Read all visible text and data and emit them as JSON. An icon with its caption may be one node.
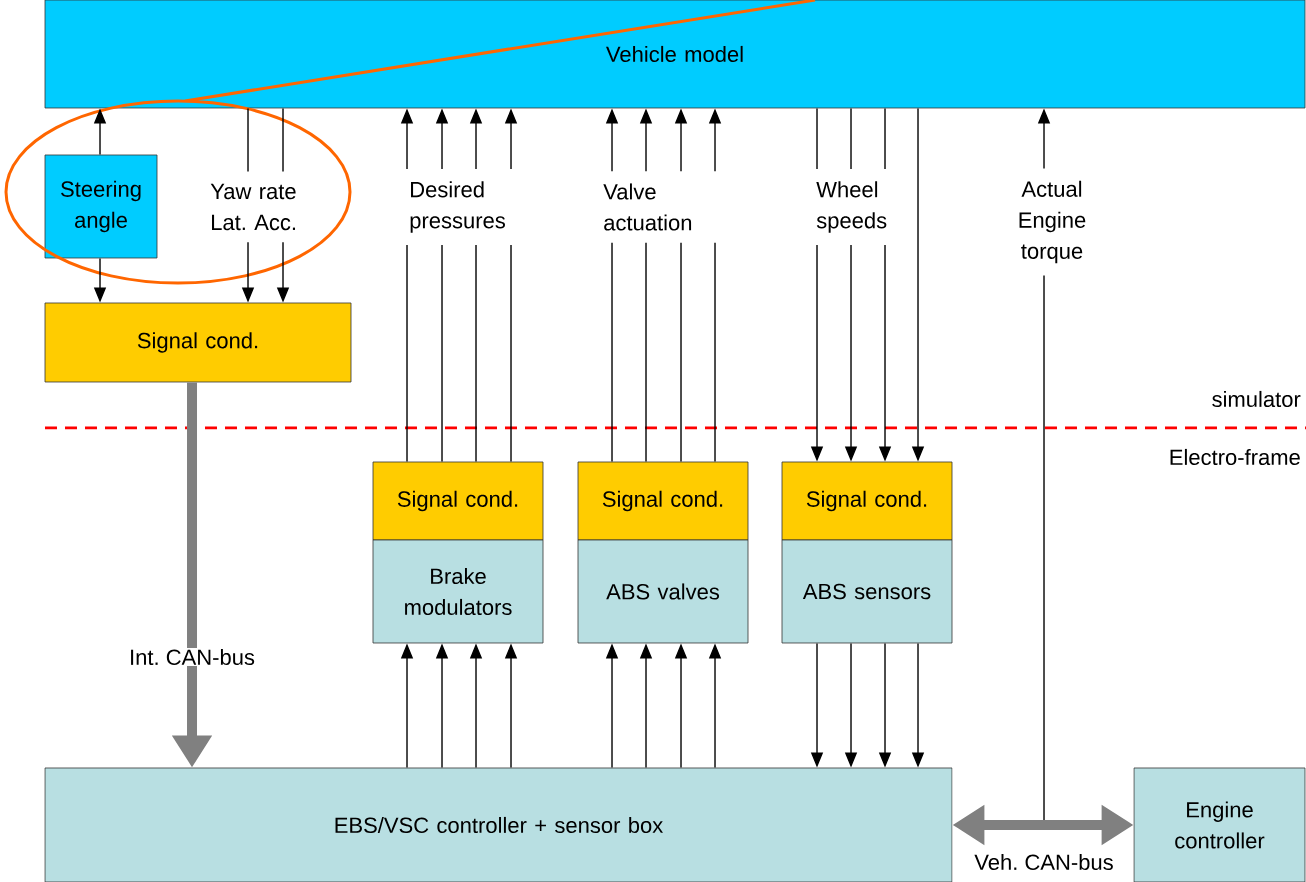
{
  "diagram": {
    "nodes": [
      {
        "text": [
          "Vehicle model"
        ]
      },
      {
        "text": [
          "Steering angle"
        ]
      },
      {
        "text": [
          "Signal cond."
        ]
      },
      {
        "text": [
          "Yaw rate Lat. Acc."
        ]
      },
      {
        "text": [
          "Desired pressures"
        ]
      },
      {
        "text": [
          "Valve actuation"
        ]
      },
      {
        "text": [
          "Wheel speeds"
        ]
      },
      {
        "text": [
          "Actual Engine torque"
        ]
      },
      {
        "text": [
          "Signal cond."
        ]
      },
      {
        "text": [
          "Brake modulators"
        ]
      },
      {
        "text": [
          "Signal cond."
        ]
      },
      {
        "text": [
          "ABS valves"
        ]
      },
      {
        "text": [
          "Signal cond."
        ]
      },
      {
        "text": [
          "ABS sensors"
        ]
      },
      {
        "text": [
          "EBS/VSC controller + sensor box"
        ]
      },
      {
        "text": [
          "Engine controller"
        ]
      }
    ],
    "edges": [
      {
        "from": 1,
        "to": 0,
        "arrow": "to"
      },
      {
        "from": 1,
        "to": 2,
        "arrow": "to"
      },
      {
        "from": 0,
        "to": 3,
        "arrow": "none"
      },
      {
        "from": 0,
        "to": 3,
        "arrow": "none"
      },
      {
        "from": 3,
        "to": 2,
        "arrow": "to"
      },
      {
        "from": 3,
        "to": 2,
        "arrow": "to"
      },
      {
        "from": 8,
        "to": 4,
        "arrow": "none"
      },
      {
        "from": 8,
        "to": 4,
        "arrow": "none"
      },
      {
        "from": 8,
        "to": 4,
        "arrow": "none"
      },
      {
        "from": 8,
        "to": 4,
        "arrow": "none"
      },
      {
        "from": 4,
        "to": 0,
        "arrow": "to"
      },
      {
        "from": 4,
        "to": 0,
        "arrow": "to"
      },
      {
        "from": 4,
        "to": 0,
        "arrow": "to"
      },
      {
        "from": 4,
        "to": 0,
        "arrow": "to"
      },
      {
        "from": 10,
        "to": 5,
        "arrow": "none"
      },
      {
        "from": 10,
        "to": 5,
        "arrow": "none"
      },
      {
        "from": 10,
        "to": 5,
        "arrow": "none"
      },
      {
        "from": 10,
        "to": 5,
        "arrow": "none"
      },
      {
        "from": 5,
        "to": 0,
        "arrow": "to"
      },
      {
        "from": 5,
        "to": 0,
        "arrow": "to"
      },
      {
        "from": 5,
        "to": 0,
        "arrow": "to"
      },
      {
        "from": 5,
        "to": 0,
        "arrow": "to"
      },
      {
        "from": 0,
        "to": 6,
        "arrow": "none"
      },
      {
        "from": 0,
        "to": 6,
        "arrow": "none"
      },
      {
        "from": 0,
        "to": 6,
        "arrow": "none"
      },
      {
        "from": 6,
        "to": 12,
        "arrow": "to"
      },
      {
        "from": 6,
        "to": 12,
        "arrow": "to"
      },
      {
        "from": 6,
        "to": 12,
        "arrow": "to"
      },
      {
        "from": 0,
        "to": 12,
        "arrow": "to"
      },
      {
        "from": 7,
        "to": 0,
        "arrow": "to"
      },
      {
        "from": 7,
        "to": null,
        "arrow": "none"
      },
      {
        "from": 14,
        "to": 9,
        "arrow": "to"
      },
      {
        "from": 14,
        "to": 9,
        "arrow": "to"
      },
      {
        "from": 14,
        "to": 9,
        "arrow": "to"
      },
      {
        "from": 14,
        "to": 9,
        "arrow": "to"
      },
      {
        "from": 14,
        "to": 11,
        "arrow": "to"
      },
      {
        "from": 14,
        "to": 11,
        "arrow": "to"
      },
      {
        "from": 14,
        "to": 11,
        "arrow": "to"
      },
      {
        "from": 14,
        "to": 11,
        "arrow": "to"
      },
      {
        "from": 13,
        "to": 14,
        "arrow": "to"
      },
      {
        "from": 13,
        "to": 14,
        "arrow": "to"
      },
      {
        "from": 13,
        "to": 14,
        "arrow": "to"
      },
      {
        "from": 13,
        "to": 14,
        "arrow": "to"
      },
      {
        "from": 2,
        "to": 14,
        "arrow": "to",
        "label": "Int. CAN-bus",
        "style": "thick",
        "color": "#808080"
      },
      {
        "from": 14,
        "to": 15,
        "arrow": "both",
        "label": "Veh. CAN-bus",
        "style": "thick",
        "color": "#808080"
      }
    ],
    "labels": [
      "simulator",
      "Electro-frame"
    ]
  }
}
